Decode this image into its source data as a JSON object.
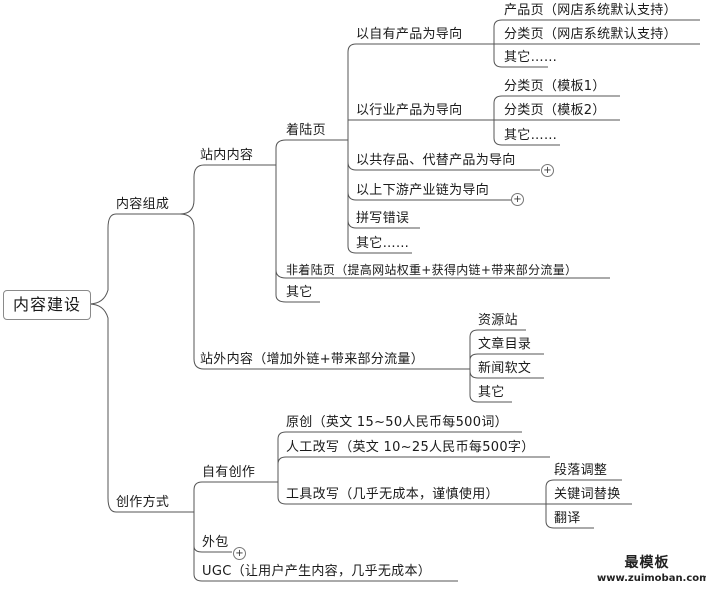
{
  "root": "内容建设",
  "nodes": {
    "content_composition": "内容组成",
    "creation_methods": "创作方式",
    "onsite_content": "站内内容",
    "offsite_content": "站外内容（增加外链+带来部分流量）",
    "landing_page": "着陆页",
    "non_landing_page": "非着陆页（提高网站权重+获得内链+带来部分流量）",
    "onsite_other": "其它",
    "own_product": "以自有产品为导向",
    "industry_product": "以行业产品为导向",
    "stock_substitute": "以共存品、代替产品为导向",
    "supply_chain": "以上下游产业链为导向",
    "misspelling": "拼写错误",
    "landing_other": "其它……",
    "product_page": "产品页（网店系统默认支持）",
    "category_page_default": "分类页（网店系统默认支持）",
    "own_other": "其它……",
    "category_template1": "分类页（模板1）",
    "category_template2": "分类页（模板2）",
    "industry_other": "其它……",
    "resource_site": "资源站",
    "article_directory": "文章目录",
    "news_softtext": "新闻软文",
    "offsite_other": "其它",
    "self_creation": "自有创作",
    "outsourcing": "外包",
    "ugc": "UGC（让用户产生内容，几乎无成本）",
    "original": "原创（英文 15~50人民币每500词）",
    "manual_rewrite": "人工改写（英文 10~25人民币每500字）",
    "tool_rewrite": "工具改写（几乎无成本，谨慎使用）",
    "paragraph_adjust": "段落调整",
    "keyword_replace": "关键词替换",
    "translate": "翻译"
  },
  "collapsed_markers": {
    "symbol": "+"
  },
  "watermark": {
    "title": "最模板",
    "url": "www.zuimoban.com"
  }
}
